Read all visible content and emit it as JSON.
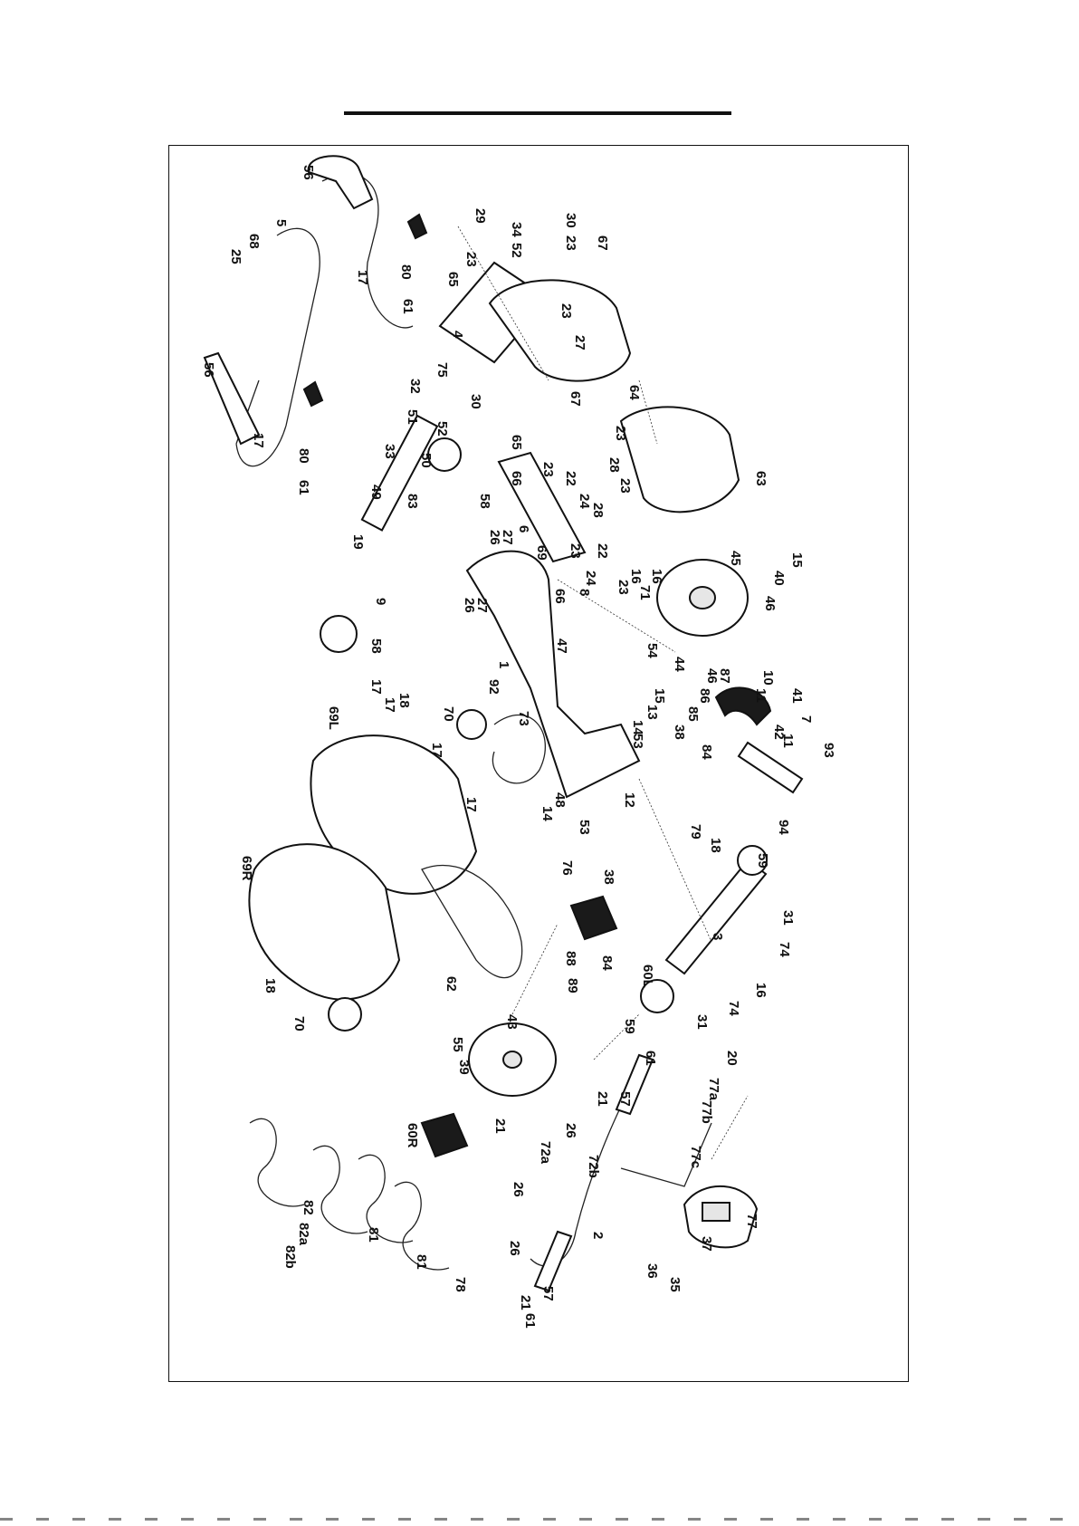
{
  "diagram": {
    "part_labels": [
      {
        "id": "p56a",
        "text": "56"
      },
      {
        "id": "p5",
        "text": "5"
      },
      {
        "id": "p68",
        "text": "68"
      },
      {
        "id": "p25",
        "text": "25"
      },
      {
        "id": "p17a",
        "text": "17"
      },
      {
        "id": "p80a",
        "text": "80"
      },
      {
        "id": "p61a",
        "text": "61"
      },
      {
        "id": "p56b",
        "text": "56"
      },
      {
        "id": "p17b",
        "text": "17"
      },
      {
        "id": "p80b",
        "text": "80"
      },
      {
        "id": "p61b",
        "text": "61"
      },
      {
        "id": "p29",
        "text": "29"
      },
      {
        "id": "p34",
        "text": "34"
      },
      {
        "id": "p52a",
        "text": "52"
      },
      {
        "id": "p30a",
        "text": "30"
      },
      {
        "id": "p23a",
        "text": "23"
      },
      {
        "id": "p23b",
        "text": "23"
      },
      {
        "id": "p67a",
        "text": "67"
      },
      {
        "id": "p65a",
        "text": "65"
      },
      {
        "id": "p4",
        "text": "4"
      },
      {
        "id": "p23c",
        "text": "23"
      },
      {
        "id": "p27a",
        "text": "27"
      },
      {
        "id": "p64",
        "text": "64"
      },
      {
        "id": "p75",
        "text": "75"
      },
      {
        "id": "p32",
        "text": "32"
      },
      {
        "id": "p30b",
        "text": "30"
      },
      {
        "id": "p51",
        "text": "51"
      },
      {
        "id": "p52b",
        "text": "52"
      },
      {
        "id": "p65b",
        "text": "65"
      },
      {
        "id": "p67b",
        "text": "67"
      },
      {
        "id": "p33",
        "text": "33"
      },
      {
        "id": "p50",
        "text": "50"
      },
      {
        "id": "p49",
        "text": "49"
      },
      {
        "id": "p83",
        "text": "83"
      },
      {
        "id": "p58a",
        "text": "58"
      },
      {
        "id": "p66a",
        "text": "66"
      },
      {
        "id": "p23d",
        "text": "23"
      },
      {
        "id": "p22a",
        "text": "22"
      },
      {
        "id": "p24a",
        "text": "24"
      },
      {
        "id": "p28a",
        "text": "28"
      },
      {
        "id": "p23e",
        "text": "23"
      },
      {
        "id": "p23f",
        "text": "23"
      },
      {
        "id": "p28b",
        "text": "28"
      },
      {
        "id": "p63",
        "text": "63"
      },
      {
        "id": "p19",
        "text": "19"
      },
      {
        "id": "p9",
        "text": "9"
      },
      {
        "id": "p26a",
        "text": "26"
      },
      {
        "id": "p27b",
        "text": "27"
      },
      {
        "id": "p26b",
        "text": "26"
      },
      {
        "id": "p27c",
        "text": "27"
      },
      {
        "id": "p58b",
        "text": "58"
      },
      {
        "id": "p6",
        "text": "6"
      },
      {
        "id": "p69",
        "text": "69"
      },
      {
        "id": "p23g",
        "text": "23"
      },
      {
        "id": "p22b",
        "text": "22"
      },
      {
        "id": "p24b",
        "text": "24"
      },
      {
        "id": "p66b",
        "text": "66"
      },
      {
        "id": "p8",
        "text": "8"
      },
      {
        "id": "p23h",
        "text": "23"
      },
      {
        "id": "p16a",
        "text": "16"
      },
      {
        "id": "p71",
        "text": "71"
      },
      {
        "id": "p16b",
        "text": "16"
      },
      {
        "id": "p45",
        "text": "45"
      },
      {
        "id": "p15a",
        "text": "15"
      },
      {
        "id": "p40",
        "text": "40"
      },
      {
        "id": "p46a",
        "text": "46"
      },
      {
        "id": "p46b",
        "text": "46"
      },
      {
        "id": "p47",
        "text": "47"
      },
      {
        "id": "p54",
        "text": "54"
      },
      {
        "id": "p44",
        "text": "44"
      },
      {
        "id": "p10",
        "text": "10"
      },
      {
        "id": "p11a",
        "text": "11"
      },
      {
        "id": "p41",
        "text": "41"
      },
      {
        "id": "p7",
        "text": "7"
      },
      {
        "id": "p42",
        "text": "42"
      },
      {
        "id": "p11b",
        "text": "11"
      },
      {
        "id": "p1",
        "text": "1"
      },
      {
        "id": "p17c",
        "text": "17"
      },
      {
        "id": "p18a",
        "text": "18"
      },
      {
        "id": "p17d",
        "text": "17"
      },
      {
        "id": "p69L",
        "text": "69L"
      },
      {
        "id": "p92",
        "text": "92"
      },
      {
        "id": "p70a",
        "text": "70"
      },
      {
        "id": "p73",
        "text": "73"
      },
      {
        "id": "p15b",
        "text": "15"
      },
      {
        "id": "p13",
        "text": "13"
      },
      {
        "id": "p14a",
        "text": "14"
      },
      {
        "id": "p53a",
        "text": "53"
      },
      {
        "id": "p87",
        "text": "87"
      },
      {
        "id": "p86",
        "text": "86"
      },
      {
        "id": "p85",
        "text": "85"
      },
      {
        "id": "p38a",
        "text": "38"
      },
      {
        "id": "p84a",
        "text": "84"
      },
      {
        "id": "p17e",
        "text": "17"
      },
      {
        "id": "p93",
        "text": "93"
      },
      {
        "id": "p17f",
        "text": "17"
      },
      {
        "id": "p48",
        "text": "48"
      },
      {
        "id": "p14b",
        "text": "14"
      },
      {
        "id": "p12",
        "text": "12"
      },
      {
        "id": "p53b",
        "text": "53"
      },
      {
        "id": "p79",
        "text": "79"
      },
      {
        "id": "p18b",
        "text": "18"
      },
      {
        "id": "p94",
        "text": "94"
      },
      {
        "id": "p76",
        "text": "76"
      },
      {
        "id": "p38b",
        "text": "38"
      },
      {
        "id": "p59a",
        "text": "59"
      },
      {
        "id": "p69R",
        "text": "69R"
      },
      {
        "id": "p31a",
        "text": "31"
      },
      {
        "id": "p3",
        "text": "3"
      },
      {
        "id": "p74a",
        "text": "74"
      },
      {
        "id": "p88",
        "text": "88"
      },
      {
        "id": "p84b",
        "text": "84"
      },
      {
        "id": "p60L",
        "text": "60L"
      },
      {
        "id": "p18c",
        "text": "18"
      },
      {
        "id": "p62",
        "text": "62"
      },
      {
        "id": "p89",
        "text": "89"
      },
      {
        "id": "p16c",
        "text": "16"
      },
      {
        "id": "p74b",
        "text": "74"
      },
      {
        "id": "p31b",
        "text": "31"
      },
      {
        "id": "p70b",
        "text": "70"
      },
      {
        "id": "p43",
        "text": "43"
      },
      {
        "id": "p59b",
        "text": "59"
      },
      {
        "id": "p55",
        "text": "55"
      },
      {
        "id": "p20",
        "text": "20"
      },
      {
        "id": "p39",
        "text": "39"
      },
      {
        "id": "p61c",
        "text": "61"
      },
      {
        "id": "p77a",
        "text": "77a"
      },
      {
        "id": "p77b",
        "text": "77b"
      },
      {
        "id": "p57a",
        "text": "57"
      },
      {
        "id": "p21a",
        "text": "21"
      },
      {
        "id": "p60R",
        "text": "60R"
      },
      {
        "id": "p21b",
        "text": "21"
      },
      {
        "id": "p26c",
        "text": "26"
      },
      {
        "id": "p72a",
        "text": "72a"
      },
      {
        "id": "p72b",
        "text": "72b"
      },
      {
        "id": "p77c",
        "text": "77c"
      },
      {
        "id": "p77",
        "text": "77"
      },
      {
        "id": "p82",
        "text": "82"
      },
      {
        "id": "p82a",
        "text": "82a"
      },
      {
        "id": "p82b",
        "text": "82b"
      },
      {
        "id": "p26d",
        "text": "26"
      },
      {
        "id": "p81a",
        "text": "81"
      },
      {
        "id": "p81b",
        "text": "81"
      },
      {
        "id": "p78",
        "text": "78"
      },
      {
        "id": "p26e",
        "text": "26"
      },
      {
        "id": "p2",
        "text": "2"
      },
      {
        "id": "p36",
        "text": "36"
      },
      {
        "id": "p35",
        "text": "35"
      },
      {
        "id": "p37",
        "text": "37"
      },
      {
        "id": "p57b",
        "text": "57"
      },
      {
        "id": "p21c",
        "text": "21"
      },
      {
        "id": "p61d",
        "text": "61"
      }
    ]
  }
}
